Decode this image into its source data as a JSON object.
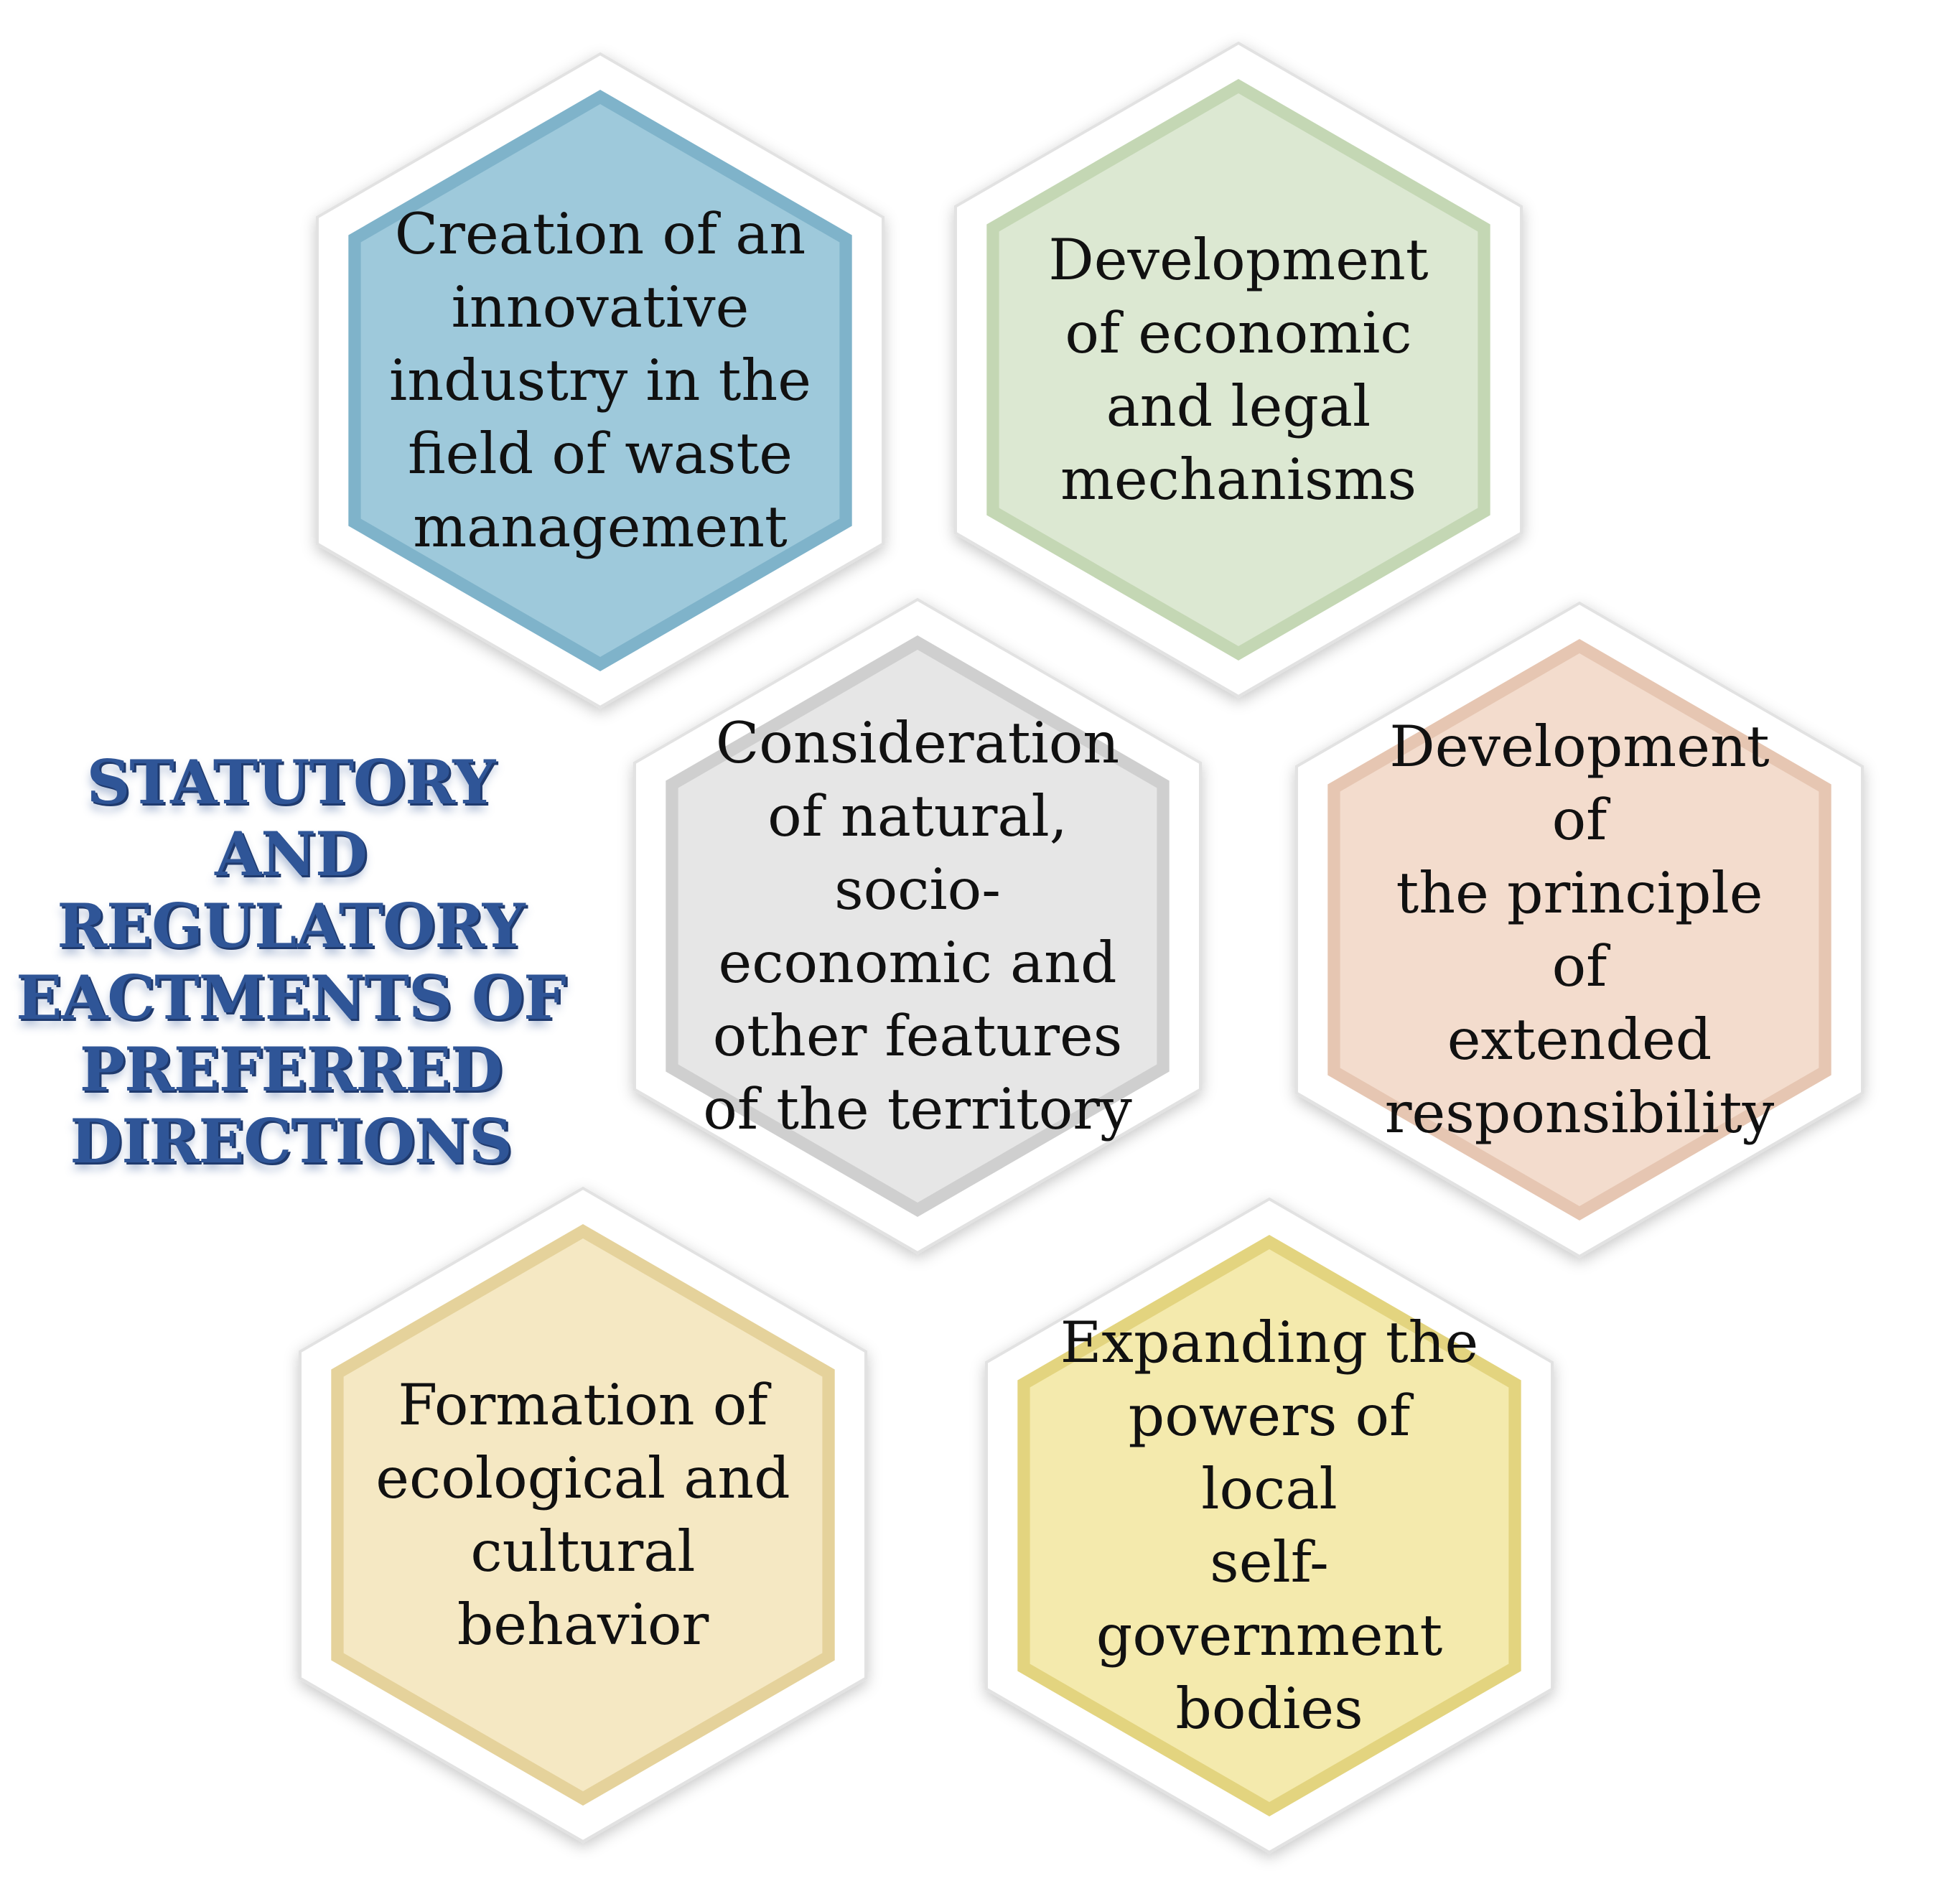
{
  "title": "STATUTORY AND\nREGULATORY\nEACTMENTS OF\nPREFERRED\nDIRECTIONS",
  "hexagons": [
    {
      "id": "innovative-industry",
      "label": "Creation of an\ninnovative\nindustry in the\nfield of waste\nmanagement",
      "fill": "#9ec9db",
      "edge": "#7fb3ca"
    },
    {
      "id": "economic-legal",
      "label": "Development\nof economic\nand legal\nmechanisms",
      "fill": "#dce8d2",
      "edge": "#c4d7b4"
    },
    {
      "id": "territory-features",
      "label": "Consideration\nof natural,\nsocio-\neconomic and\nother features\nof the territory",
      "fill": "#e6e6e6",
      "edge": "#cfcfcf"
    },
    {
      "id": "extended-responsibility",
      "label": "Development of\nthe principle of\nextended\nresponsibility",
      "fill": "#f3dccd",
      "edge": "#e6c6b2"
    },
    {
      "id": "ecological-culture",
      "label": "Formation of\necological and\ncultural\nbehavior",
      "fill": "#f5e8c3",
      "edge": "#e5d29b"
    },
    {
      "id": "local-self-government",
      "label": "Expanding the\npowers of local\nself-\ngovernment\nbodies",
      "fill": "#f4eaad",
      "edge": "#e3d47f"
    }
  ]
}
